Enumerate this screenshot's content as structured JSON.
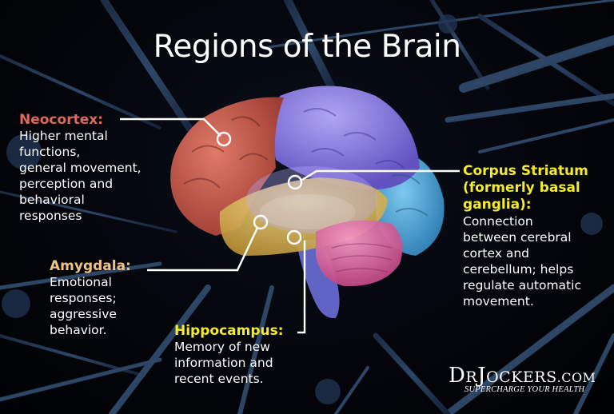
{
  "title": "Regions of the Brain",
  "colors": {
    "background": "#020307",
    "neocortex_label": "#e2685a",
    "amygdala_label": "#f1c382",
    "hippocampus_label": "#f4ec2a",
    "corpus_striatum_label": "#f4ec2a",
    "frontal_lobe": "#c9564a",
    "parietal_lobe": "#8e7de0",
    "occipital_lobe": "#4aa3d6",
    "temporal_lobe": "#e6c25a",
    "cerebellum": "#e86aa6",
    "brainstem": "#6a6fd8",
    "callout_line": "#ffffff"
  },
  "regions": {
    "neocortex": {
      "heading": "Neocortex:",
      "description": "Higher mental\nfunctions,\ngeneral movement,\nperception and\nbehavioral\nresponses"
    },
    "amygdala": {
      "heading": "Amygdala:",
      "description": "Emotional\nresponses;\naggressive\nbehavior."
    },
    "hippocampus": {
      "heading": "Hippocampus:",
      "description": "Memory of new\ninformation and\nrecent events."
    },
    "corpus_striatum": {
      "heading": "Corpus Striatum\n(formerly basal\nganglia):",
      "description": "Connection\nbetween cerebral\ncortex and\ncerebellum; helps\nregulate automatic\nmovement."
    }
  },
  "logo": {
    "brand_d": "D",
    "brand_r": "R",
    "brand_j": "J",
    "brand_ockers": "OCKERS",
    "brand_com": ".COM",
    "tagline": "SUPERCHARGE YOUR HEALTH"
  }
}
